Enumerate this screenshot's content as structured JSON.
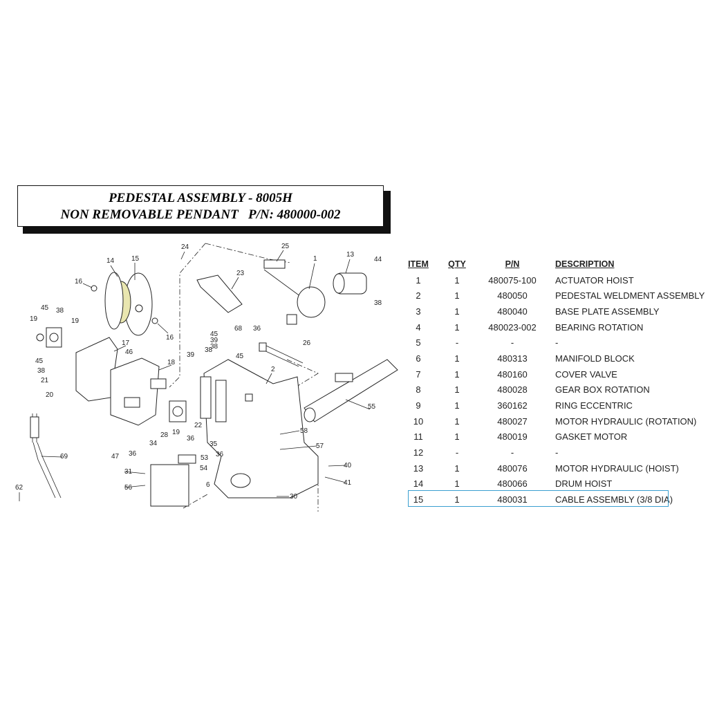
{
  "title": {
    "line1": "PEDESTAL ASSEMBLY - 8005H",
    "line2": "NON REMOVABLE PENDANT   P/N: 480000-002"
  },
  "diagram": {
    "callouts": [
      "24",
      "25",
      "1",
      "13",
      "44",
      "14",
      "15",
      "23",
      "16",
      "16",
      "38",
      "45",
      "38",
      "19",
      "19",
      "68",
      "36",
      "45",
      "39",
      "38",
      "26",
      "17",
      "46",
      "38",
      "45",
      "45",
      "38",
      "18",
      "39",
      "2",
      "21",
      "20",
      "55",
      "22",
      "19",
      "58",
      "28",
      "36",
      "35",
      "34",
      "57",
      "36",
      "47",
      "53",
      "36",
      "69",
      "40",
      "54",
      "31",
      "41",
      "56",
      "6",
      "62",
      "30"
    ]
  },
  "parts_table": {
    "headers": {
      "item": "ITEM",
      "qty": "QTY",
      "pn": "P/N",
      "description": "DESCRIPTION"
    },
    "rows": [
      {
        "item": "1",
        "qty": "1",
        "pn": "480075-100",
        "description": "ACTUATOR HOIST"
      },
      {
        "item": "2",
        "qty": "1",
        "pn": "480050",
        "description": "PEDESTAL WELDMENT ASSEMBLY"
      },
      {
        "item": "3",
        "qty": "1",
        "pn": "480040",
        "description": "BASE PLATE ASSEMBLY"
      },
      {
        "item": "4",
        "qty": "1",
        "pn": "480023-002",
        "description": "BEARING ROTATION"
      },
      {
        "item": "5",
        "qty": "-",
        "pn": "-",
        "description": "-"
      },
      {
        "item": "6",
        "qty": "1",
        "pn": "480313",
        "description": "MANIFOLD BLOCK"
      },
      {
        "item": "7",
        "qty": "1",
        "pn": "480160",
        "description": "COVER VALVE"
      },
      {
        "item": "8",
        "qty": "1",
        "pn": "480028",
        "description": "GEAR BOX ROTATION"
      },
      {
        "item": "9",
        "qty": "1",
        "pn": "360162",
        "description": "RING ECCENTRIC"
      },
      {
        "item": "10",
        "qty": "1",
        "pn": "480027",
        "description": "MOTOR HYDRAULIC (ROTATION)"
      },
      {
        "item": "11",
        "qty": "1",
        "pn": "480019",
        "description": "GASKET MOTOR"
      },
      {
        "item": "12",
        "qty": "-",
        "pn": "-",
        "description": "-"
      },
      {
        "item": "13",
        "qty": "1",
        "pn": "480076",
        "description": "MOTOR HYDRAULIC (HOIST)"
      },
      {
        "item": "14",
        "qty": "1",
        "pn": "480066",
        "description": "DRUM HOIST"
      },
      {
        "item": "15",
        "qty": "1",
        "pn": "480031",
        "description": "CABLE ASSEMBLY (3/8 DIA)"
      }
    ],
    "highlight_color": "#3a9fd0"
  }
}
